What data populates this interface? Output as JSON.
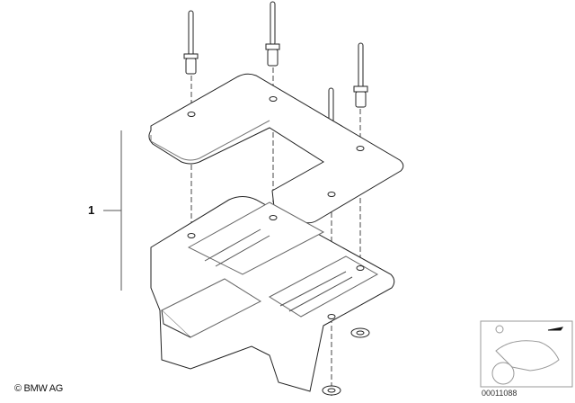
{
  "diagram": {
    "callouts": [
      {
        "label": "1"
      }
    ],
    "copyright": "© BMW AG",
    "image_code": "00011088",
    "thumbnail": "motorcycle-outline-icon",
    "parts": [
      "rivet",
      "rivet",
      "rivet",
      "rivet",
      "mounting-plate",
      "holder-housing",
      "washer",
      "washer"
    ]
  }
}
